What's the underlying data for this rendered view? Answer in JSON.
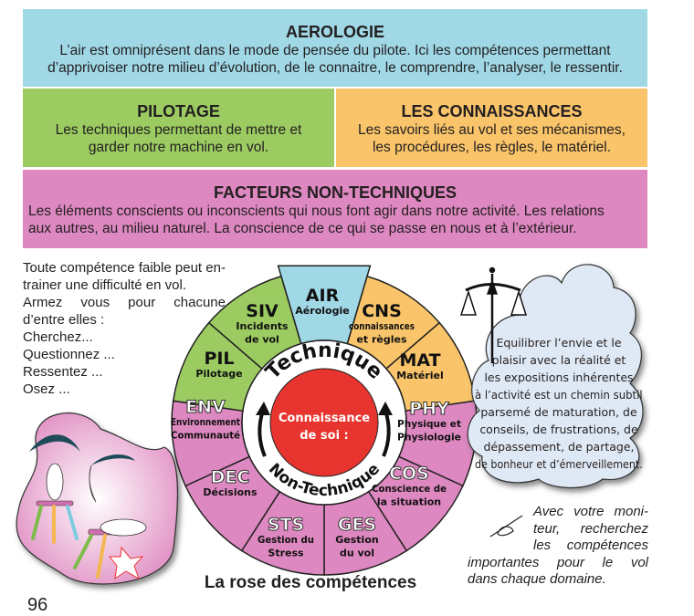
{
  "sections": {
    "aerologie": {
      "title": "AEROLOGIE",
      "lines": [
        "L’air est omniprésent dans le mode de pensée du pilote. Ici les compétences permettant",
        "d’apprivoiser notre milieu d’évolution, de le connaitre, le comprendre, l’analyser, le ressentir."
      ]
    },
    "pilotage": {
      "title": "PILOTAGE",
      "lines": [
        "Les techniques permettant de mettre et",
        "garder notre machine en vol."
      ]
    },
    "connaissances": {
      "title": "LES CONNAISSANCES",
      "lines": [
        "Les savoirs liés au vol et ses mécanismes,",
        "les procédures, les règles, le matériel."
      ]
    },
    "non_techniques": {
      "title": "FACTEURS NON-TECHNIQUES",
      "lines": [
        "Les éléments conscients ou inconscients  qui nous font agir dans notre activité. Les relations",
        "aux autres, au milieu naturel. La conscience de ce qui se passe en nous et à l’extérieur."
      ]
    }
  },
  "left_text": {
    "lines": [
      "Toute compétence faible peut en-",
      "trainer une difficulté en vol.",
      "Armez vous pour chacune",
      "d’entre elles  :",
      "Cherchez...",
      "Questionnez ...",
      "Ressentez ...",
      "Osez ..."
    ]
  },
  "wheel": {
    "center_title": [
      "Connaissance",
      "de soi :"
    ],
    "ring_top": "Technique",
    "ring_bottom": "Non-Technique",
    "segments": [
      {
        "code": "AIR",
        "sub": [
          "Aérologie"
        ],
        "group": "air"
      },
      {
        "code": "CNS",
        "sub": [
          "connaissances",
          "et règles"
        ],
        "group": "con"
      },
      {
        "code": "MAT",
        "sub": [
          "Matériel"
        ],
        "group": "con"
      },
      {
        "code": "PHY",
        "sub": [
          "Physique et",
          "Physiologie"
        ],
        "group": "nt"
      },
      {
        "code": "COS",
        "sub": [
          "Conscience de",
          "la situation"
        ],
        "group": "nt"
      },
      {
        "code": "GES",
        "sub": [
          "Gestion",
          "du vol"
        ],
        "group": "nt"
      },
      {
        "code": "STS",
        "sub": [
          "Gestion du",
          "Stress"
        ],
        "group": "nt"
      },
      {
        "code": "DEC",
        "sub": [
          "Décisions"
        ],
        "group": "nt"
      },
      {
        "code": "ENV",
        "sub": [
          "Environnement",
          "Communauté"
        ],
        "group": "nt"
      },
      {
        "code": "PIL",
        "sub": [
          "Pilotage"
        ],
        "group": "pil"
      },
      {
        "code": "SIV",
        "sub": [
          "Incidents",
          "de vol"
        ],
        "group": "pil"
      }
    ],
    "colors": {
      "air": "#a0d8e6",
      "con": "#f9c46a",
      "nt": "#dd88c0",
      "pil": "#9ccb62",
      "center": "#e8342e"
    }
  },
  "caption": "La rose des compétences",
  "cloud": {
    "lines": [
      "Equilibrer l’envie et le",
      "plaisir avec la réalité et",
      "les expositions inhérentes",
      "à l’activité est un chemin subtil",
      "parsemé de maturation, de",
      "conseils, de frustrations, de",
      "dépassement, de partage,",
      "de bonheur et d’émerveillement."
    ]
  },
  "note": {
    "lines": [
      "Avec votre moni-",
      "teur, recherchez",
      "les compétences",
      "importantes pour le vol",
      "dans chaque domaine."
    ]
  },
  "page_number": "96"
}
